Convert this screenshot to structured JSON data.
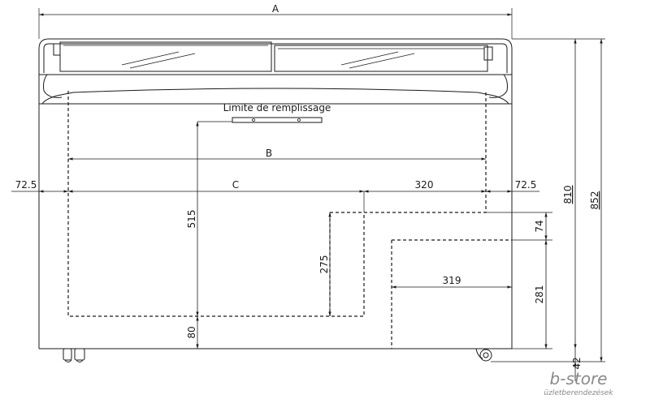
{
  "diagram": {
    "labels": {
      "A": "A",
      "B": "B",
      "C": "C",
      "fill_limit": "Limite de remplissage",
      "d72_left": "72.5",
      "d72_right": "72.5",
      "d320": "320",
      "d515": "515",
      "d275": "275",
      "d80": "80",
      "d74": "74",
      "d281": "281",
      "d319": "319",
      "d810": "810",
      "d852": "852",
      "d42": "42"
    }
  },
  "watermark": {
    "brand": "b-store",
    "tagline": "üzletberendezések",
    "color": "#8a8a8a"
  }
}
